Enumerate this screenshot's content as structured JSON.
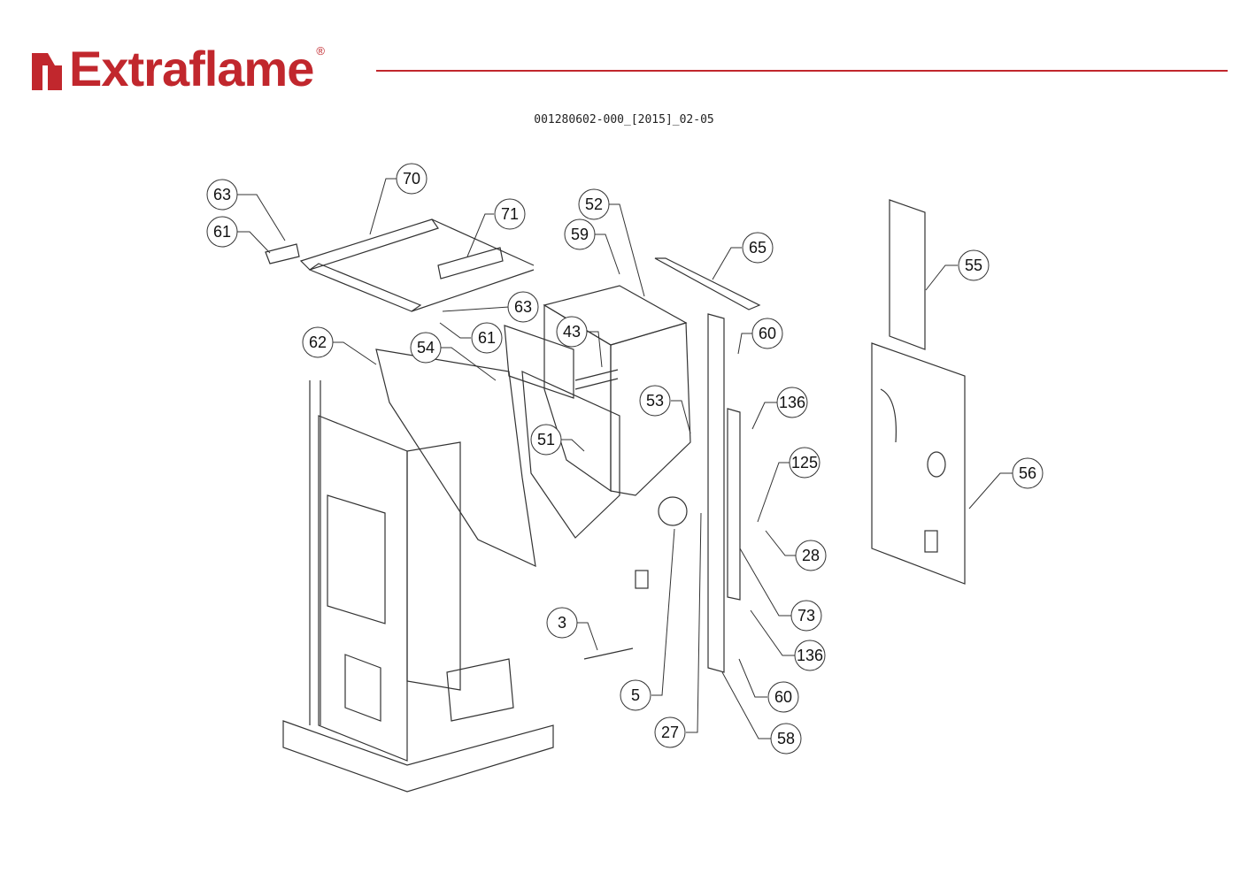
{
  "header": {
    "brand_name": "Extraflame",
    "registered_mark": "®",
    "document_code": "001280602-000_[2015]_02-05"
  },
  "colors": {
    "brand_red": "#c1272d",
    "line": "#333333"
  },
  "diagram": {
    "title": "Exploded parts view",
    "part_numbers": [
      "63",
      "70",
      "71",
      "52",
      "61",
      "59",
      "65",
      "55",
      "63",
      "61",
      "43",
      "60",
      "62",
      "54",
      "53",
      "136",
      "125",
      "51",
      "56",
      "28",
      "73",
      "3",
      "136",
      "60",
      "5",
      "27",
      "58"
    ]
  }
}
